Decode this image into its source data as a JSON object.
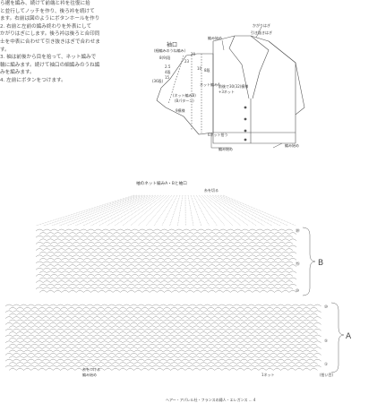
{
  "instructions": {
    "lines": [
      "ら裾を編み、続けて前端と衿を往復に拾",
      "と並行してノッチを作り、後ろ衿を続けて",
      "ます。右前は図のようにボタンホールを作り",
      "",
      "2. 右前と左前の編み終わりを外表にして",
      "かがりはぎにします。後ろ衿は後ろと合印同",
      "士を中表に合わせて引き抜きはぎで合わせま",
      "す。",
      "3. 袖は前後から目を拾って、ネット編みで",
      "輪に編みます。続けて袖口の細編みのうね編",
      "みを編みます。",
      "4. 左前にボタンをつけます。"
    ]
  },
  "schematic": {
    "cuff_title": "袖口",
    "cuff_subtitle": "(細編みのうね編み)",
    "rounds_8": "8(9)段",
    "cm_2_5": "2.5",
    "rows_4": "4段",
    "cm_15": "15",
    "rows_23": "23",
    "rows_20": "20",
    "rows_10": "10",
    "rows_8": "8段",
    "netto_title": "ネット編みA",
    "netto_b": "(ネット編みB)",
    "netto_b_pat": "(Bパターン)",
    "rows_36": "(36段)",
    "rows_9": "9模様",
    "front_label": "前後で30(32)模様",
    "front_label2": "+3ネット",
    "pickup_label": "6ネット拾う",
    "hem_label": "編み始め",
    "hem_label2": "編み始め",
    "hem_label3": "編み始め",
    "kagari_label": "かがりはぎ",
    "hikinuki_label": "引き抜きはぎ"
  },
  "chart": {
    "title": "袖のネット編みA・Bと袖口",
    "cut_thread": "糸を切る",
    "section_a": "A",
    "section_b": "B",
    "row_markers_b": [
      "⑳",
      "⑮",
      "⑩"
    ],
    "row_markers_a": [
      "⑩",
      "⑤",
      "①"
    ],
    "join_note1": "糸をつける",
    "join_note2": "編み始め",
    "net_unit": "1ネット",
    "pickup_note": "(拾い目)",
    "footer_text": "ヘアー・アパレル社・フランスの婦人・エレガンス ... 4"
  }
}
